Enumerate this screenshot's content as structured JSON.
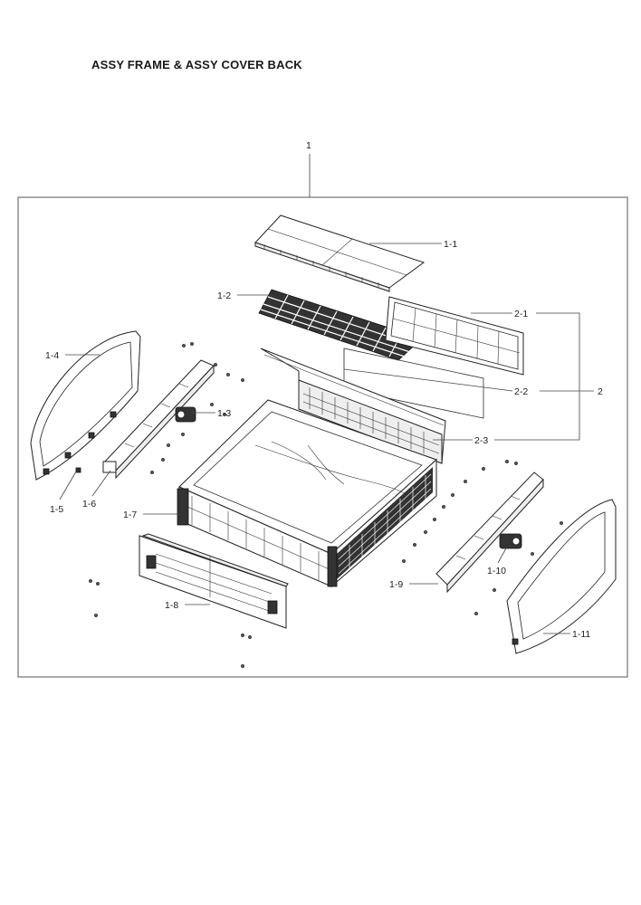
{
  "title": "ASSY FRAME & ASSY COVER BACK",
  "labels": {
    "p1": "1",
    "p1_1": "1-1",
    "p1_2": "1-2",
    "p1_3": "1-3",
    "p1_4": "1-4",
    "p1_5": "1-5",
    "p1_6": "1-6",
    "p1_7": "1-7",
    "p1_8": "1-8",
    "p1_9": "1-9",
    "p1_10": "1-10",
    "p1_11": "1-11",
    "p2": "2",
    "p2_1": "2-1",
    "p2_2": "2-2",
    "p2_3": "2-3"
  },
  "colors": {
    "line": "#444444",
    "ink": "#222222",
    "background": "#ffffff"
  }
}
